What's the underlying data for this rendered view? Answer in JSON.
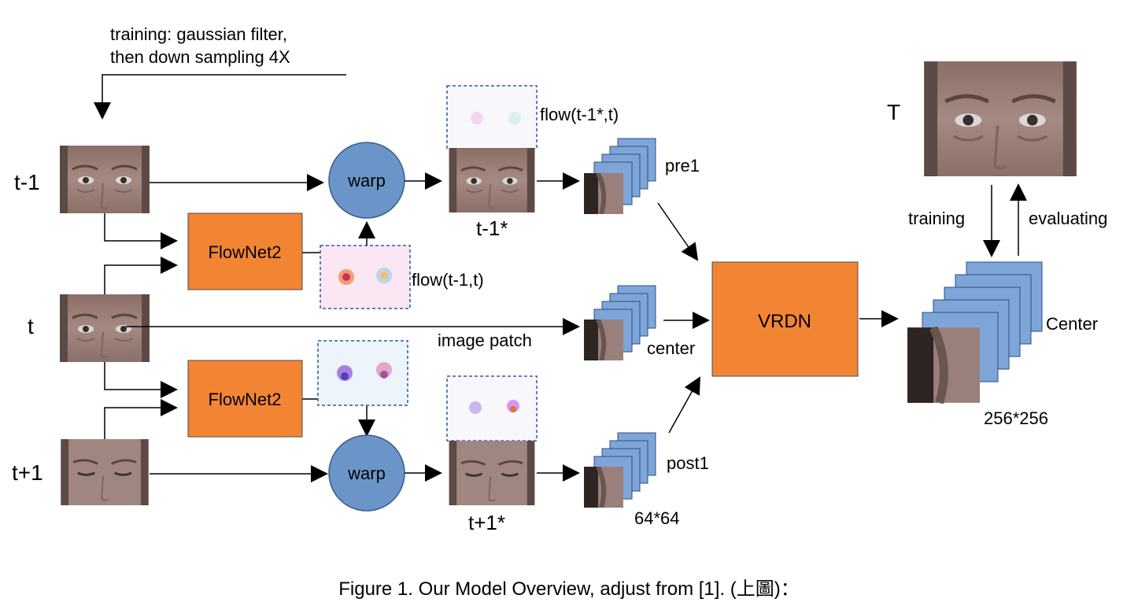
{
  "note_top": {
    "line1": "training: gaussian filter,",
    "line2": "then down sampling 4X"
  },
  "frames": {
    "t_minus_1": "t-1",
    "t": "t",
    "t_plus_1": "t+1"
  },
  "warp_label": "warp",
  "flownet_label": "FlowNet2",
  "flows": {
    "flow_warped_prev": "flow(t-1*,t)",
    "flow_prev": "flow(t-1,t)"
  },
  "warped": {
    "prev": "t-1*",
    "next": "t+1*"
  },
  "patches": {
    "pre": "pre1",
    "center": "center",
    "post": "post1",
    "size": "64*64",
    "image_patch": "image patch"
  },
  "vrdn_label": "VRDN",
  "target": {
    "label": "T",
    "training": "training",
    "evaluating": "evaluating",
    "output_label": "Center",
    "output_size": "256*256"
  },
  "caption": "Figure 1. Our Model Overview, adjust from [1]. (上圖)：",
  "colors": {
    "orange": "#f28534",
    "blue": "#6b95c8",
    "stack_blue": "#7ea5d8",
    "dashed_border": "#2d5b9a"
  }
}
